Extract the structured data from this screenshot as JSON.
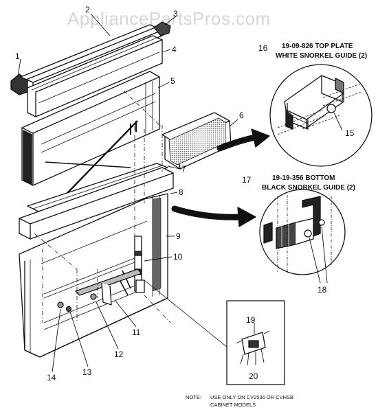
{
  "watermark": "AppliancePartsPros.com",
  "callouts": {
    "c1": "1",
    "c2": "2",
    "c3": "3",
    "c4": "4",
    "c5": "5",
    "c6": "6",
    "c7": "7",
    "c8": "8",
    "c9": "9",
    "c10": "10",
    "c11": "11",
    "c12": "12",
    "c13": "13",
    "c14": "14",
    "c15": "15",
    "c16": "16",
    "c17": "17",
    "c18": "18",
    "c19": "19",
    "c20": "20"
  },
  "labels": {
    "top_plate_line1": "19-09-826 TOP PLATE",
    "top_plate_line2": "WHITE SNORKEL GUIDE (2)",
    "bottom_line1": "19-19-356 BOTTOM",
    "bottom_line2": "BLACK SNORKEL GUIDE (2)"
  },
  "note": {
    "prefix": "NOTE:",
    "line1": "USE ONLY ON CV2536 OR CVHSB",
    "line2": "CABINET MODELS"
  },
  "colors": {
    "ink": "#111111",
    "watermark": "#d6d6d6",
    "screen": "#9a9a9a"
  }
}
